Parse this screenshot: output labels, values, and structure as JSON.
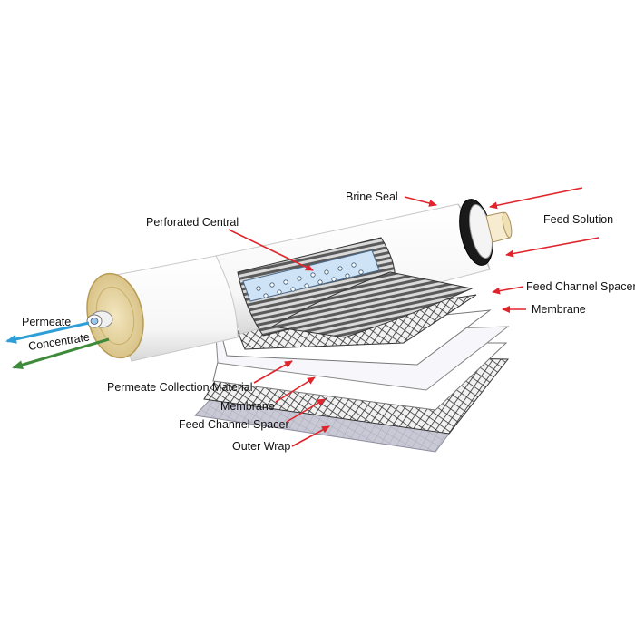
{
  "labels": {
    "brine_seal": "Brine Seal",
    "feed_solution": "Feed Solution",
    "perforated_central": "Perforated Central",
    "feed_channel_spacer_top": "Feed Channel Spacer",
    "membrane_top": "Membrane",
    "permeate": "Permeate",
    "concentrate": "Concentrate",
    "permeate_collection_material": "Permeate Collection Material",
    "membrane_bottom": "Membrane",
    "feed_channel_spacer_bottom": "Feed Channel Spacer",
    "outer_wrap": "Outer Wrap"
  },
  "colors": {
    "pointer": "#e0242b",
    "permeate_arrow": "#2e9fd6",
    "concentrate_arrow": "#3f8a3a",
    "cylinder_body": "#ffffff",
    "end_cap_material": "#e8d7a8",
    "brine_seal": "#1a1a1a",
    "mesh_dark": "#3a3a3a",
    "outer_wrap_fill": "#c8c8d4"
  }
}
